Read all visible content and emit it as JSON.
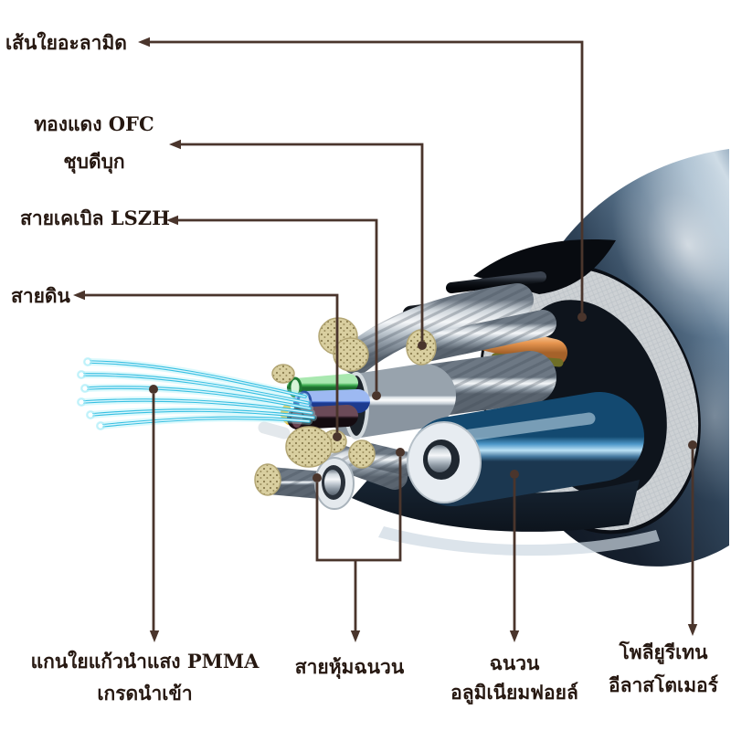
{
  "diagram": {
    "description_labels": [
      {
        "id": "aramid",
        "lines": [
          "เส้นใยอะลามิด"
        ]
      },
      {
        "id": "ofc",
        "lines": [
          "ทองแดง OFC",
          "ชุบดีบุก"
        ]
      },
      {
        "id": "lszh",
        "lines": [
          "สายเคเบิล LSZH"
        ]
      },
      {
        "id": "ground",
        "lines": [
          "สายดิน"
        ]
      },
      {
        "id": "pmma",
        "lines": [
          "แกนใยแก้วนำแสง PMMA",
          "เกรดนำเข้า"
        ]
      },
      {
        "id": "insulated",
        "lines": [
          "สายหุ้มฉนวน"
        ]
      },
      {
        "id": "foil",
        "lines": [
          "ฉนวน",
          "อลูมิเนียมฟอยล์"
        ]
      },
      {
        "id": "pu",
        "lines": [
          "โพลียูรีเทน",
          "อีลาสโตเมอร์"
        ]
      }
    ]
  },
  "colors": {
    "background": "#ffffff",
    "ink": "#261811",
    "leader": "#4a352c",
    "jacket_navy": "#2c3f55",
    "aramid_white": "#eceeed",
    "copper_bundle": "#d9cfa0",
    "orange_wire": "#e6954f",
    "green_wire": "#3fae52",
    "blue_wire": "#3a66cc",
    "maroon_wire": "#33202b",
    "yellow_wire": "#eec23e",
    "foil_tube_blue": "#58a7d7",
    "fiber_cyan": "#35bfe2",
    "silver_wire": "#aeb8c2"
  }
}
